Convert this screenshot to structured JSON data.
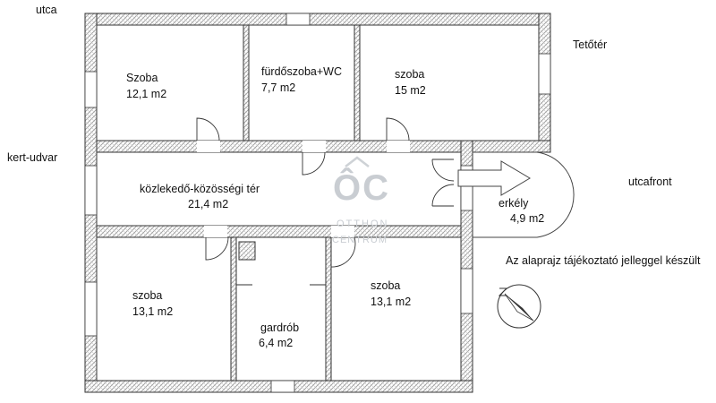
{
  "outside_labels": {
    "top_left": "utca",
    "top_right": "Tetőtér",
    "left": "kert-udvar",
    "right": "utcafront",
    "disclaimer": "Az alaprajz tájékoztató jelleggel készült"
  },
  "rooms": [
    {
      "name": "Szoba",
      "area": "12,1 m2"
    },
    {
      "name": "fürdőszoba+WC",
      "area": "7,7 m2"
    },
    {
      "name": "szoba",
      "area": "15 m2"
    },
    {
      "name": "közlekedő-közösségi tér",
      "area": "21,4 m2"
    },
    {
      "name": "erkély",
      "area": "4,9 m2"
    },
    {
      "name": "szoba",
      "area": "13,1 m2"
    },
    {
      "name": "szoba",
      "area": "13,1 m2"
    },
    {
      "name": "gardrób",
      "area": "6,4 m2"
    }
  ],
  "watermark": {
    "logo_text": "ÔC",
    "line1": "OTTHON",
    "line2": "CENTRUM"
  },
  "colors": {
    "wall_line": "#333333",
    "wall_hatch": "#9a9a9a",
    "watermark": "#c9cdd2"
  }
}
